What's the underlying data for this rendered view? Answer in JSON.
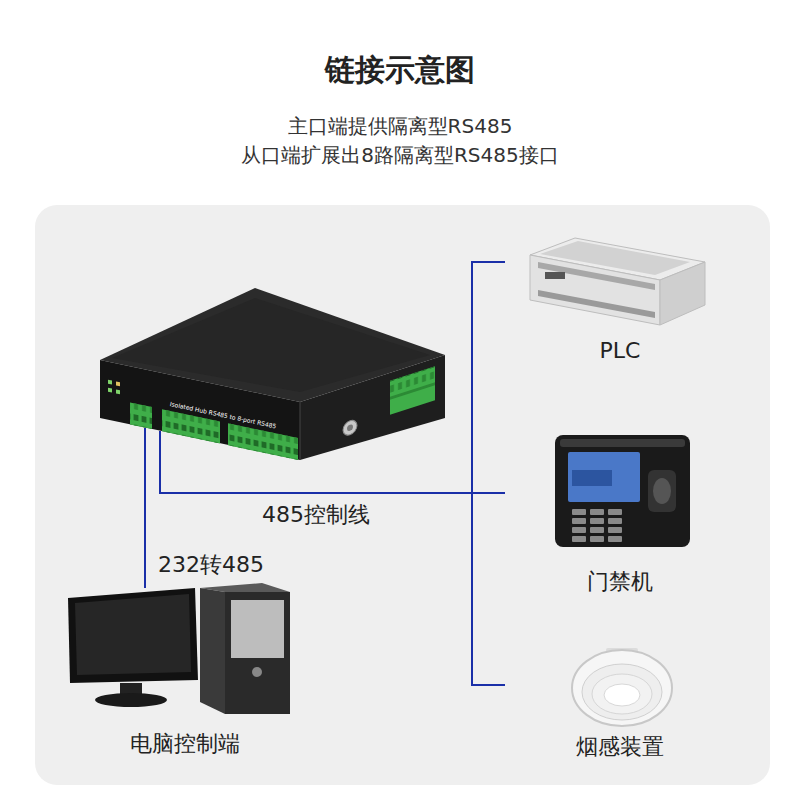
{
  "diagram": {
    "title": "链接示意图",
    "nodes": [
      {
        "text": [
          "Isolated Hub RS485 to 8-port RS485"
        ]
      },
      {
        "text": [
          "PLC"
        ]
      },
      {
        "text": [
          "门禁机"
        ]
      },
      {
        "text": [
          "电脑控制端"
        ]
      },
      {
        "text": [
          "烟感装置"
        ]
      }
    ],
    "edges": [
      {
        "from": 0,
        "to": 1,
        "arrow": "none"
      },
      {
        "from": 0,
        "to": 2,
        "label": "485控制线",
        "arrow": "none"
      },
      {
        "from": 0,
        "to": 4,
        "arrow": "none"
      },
      {
        "from": 3,
        "to": 0,
        "label": "232转485",
        "arrow": "none"
      }
    ],
    "labels": [
      "主口端提供隔离型RS485",
      "从口端扩展出8路隔离型RS485接口"
    ]
  }
}
